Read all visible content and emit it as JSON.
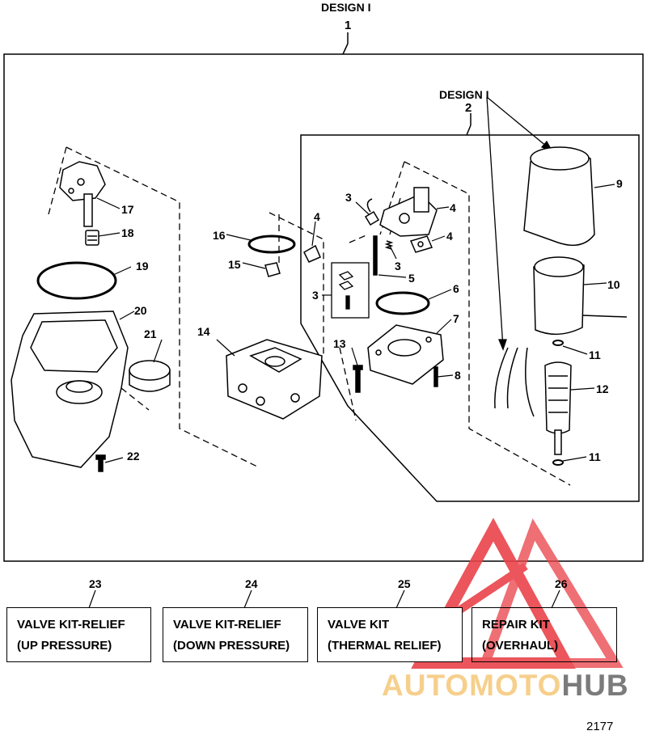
{
  "header": {
    "design_label": "DESIGN I",
    "main_callout": "1"
  },
  "subassembly": {
    "design_label": "DESIGN I",
    "callout": "2"
  },
  "callouts": {
    "c3a": "3",
    "c3b": "3",
    "c3c": "3",
    "c4a": "4",
    "c4b": "4",
    "c4c": "4",
    "c5": "5",
    "c6": "6",
    "c7": "7",
    "c8": "8",
    "c9": "9",
    "c10": "10",
    "c11a": "11",
    "c11b": "11",
    "c12": "12",
    "c13": "13",
    "c14": "14",
    "c15": "15",
    "c16": "16",
    "c17": "17",
    "c18": "18",
    "c19": "19",
    "c20": "20",
    "c21": "21",
    "c22": "22"
  },
  "kits": [
    {
      "number": "23",
      "line1": "VALVE KIT-RELIEF",
      "line2": "(UP PRESSURE)"
    },
    {
      "number": "24",
      "line1": "VALVE KIT-RELIEF",
      "line2": "(DOWN PRESSURE)"
    },
    {
      "number": "25",
      "line1": "VALVE KIT",
      "line2": "(THERMAL RELIEF)"
    },
    {
      "number": "26",
      "line1": "REPAIR KIT",
      "line2": "(OVERHAUL)"
    }
  ],
  "watermark": {
    "part1": "AUTOMOTO",
    "part2": "HUB",
    "colors": {
      "red": "#e9434a",
      "orange": "#f6cf8b",
      "gray": "#7b7b7b"
    }
  },
  "figure_number": "2177"
}
